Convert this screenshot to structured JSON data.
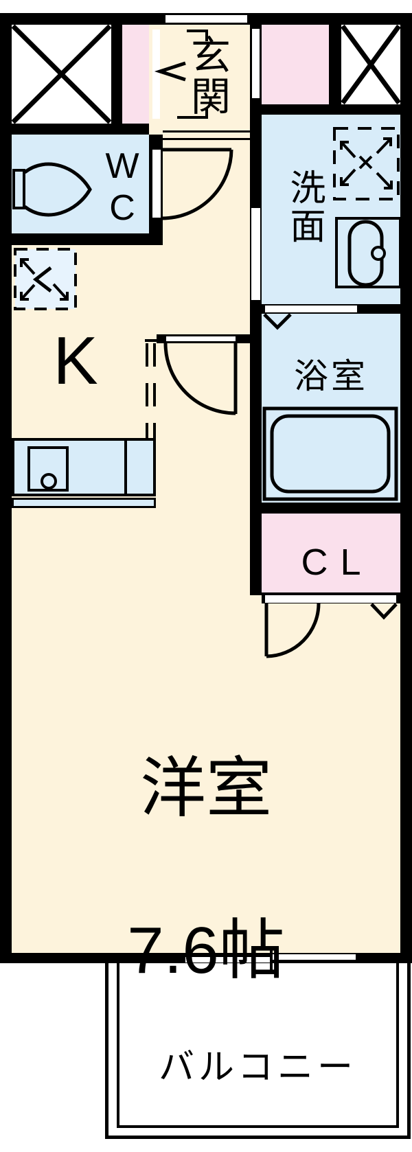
{
  "title": "1K apartment floor plan",
  "rooms": {
    "entrance": {
      "label": "玄関"
    },
    "toilet": {
      "label": "WC"
    },
    "kitchen": {
      "label": "K"
    },
    "washroom": {
      "label": "洗面"
    },
    "bathroom": {
      "label": "浴室"
    },
    "closet": {
      "label": "CL"
    },
    "main_room": {
      "label": "洋室",
      "size": "7.6帖"
    },
    "balcony": {
      "label": "バルコニー"
    }
  },
  "symbols": {
    "shaft_marker_top_left": "x-box",
    "shaft_marker_top_right": "x-box",
    "washing_machine_pan": "dashed-square-corner-arrows-x",
    "refrigerator_space": "dashed-square-corner-arrows-chevron",
    "toilet_fixture": "tank-and-bowl",
    "bathtub": "double-rounded-rect",
    "wash_basin": "oval-basin-with-faucet",
    "kitchen_sink": "square-with-drain",
    "swing_doors": "quarter-arc",
    "sliding_window": "offset-white-panes",
    "fold_direction_marks": "down-chevron"
  },
  "colors": {
    "floor_cream": "#FDF3DC",
    "water_blue": "#D8ECF9",
    "fixture_blue": "#E7F3FD",
    "closet_pink": "#FAE0EC",
    "wall_black": "#000000",
    "background_white": "#FFFFFF"
  }
}
